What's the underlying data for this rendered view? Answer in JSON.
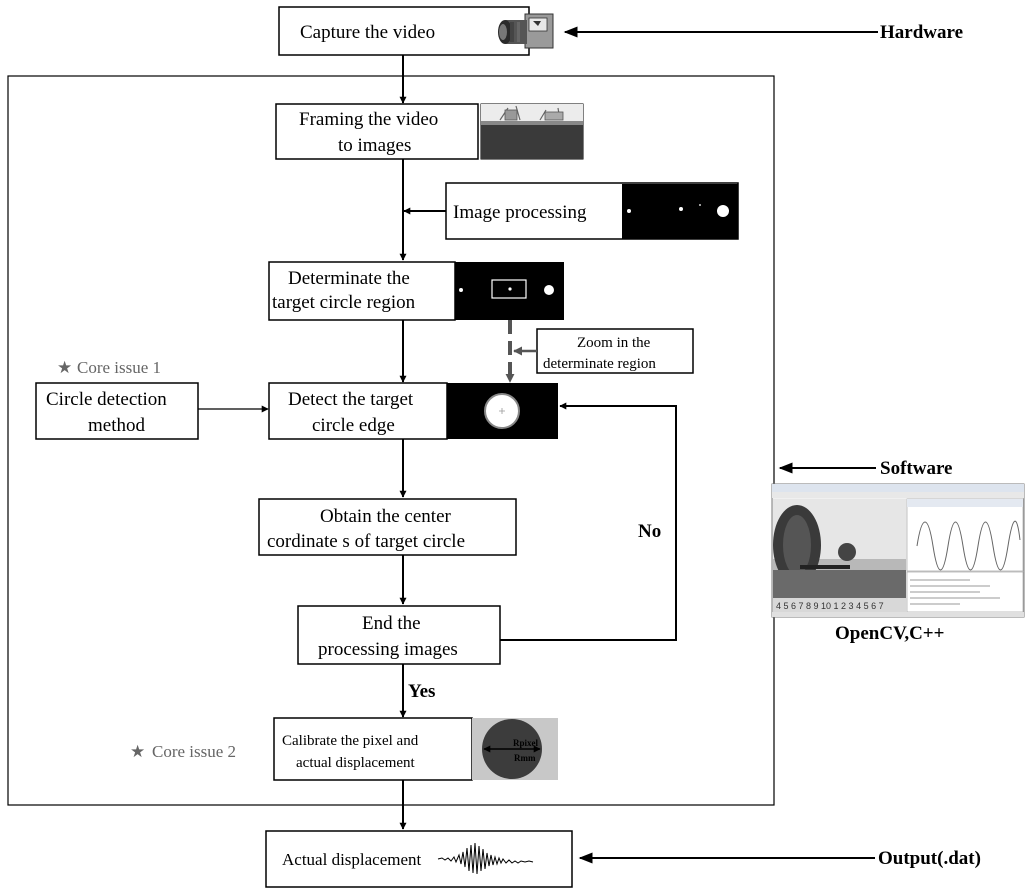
{
  "colors": {
    "line": "#000000",
    "background": "#ffffff",
    "core_issue": "#666666",
    "dashed_arrow": "#555555"
  },
  "nodes": {
    "capture": "Capture the video",
    "framing": [
      "Framing the video",
      "to images"
    ],
    "image_processing": "Image processing",
    "determinate": [
      "Determinate  the",
      "target circle region"
    ],
    "zoom": [
      "Zoom in the",
      "determinate region"
    ],
    "detect": [
      "Detect the target",
      "circle edge"
    ],
    "circle_method": [
      "Circle detection",
      "method"
    ],
    "obtain": [
      "Obtain the center",
      "cordinate s of target circle"
    ],
    "end": [
      "End the",
      "processing images"
    ],
    "calibrate": [
      "Calibrate the pixel and",
      "actual displacement"
    ],
    "calibrate_img_labels": [
      "Rpixel",
      "Rmm"
    ],
    "output": "Actual displacement"
  },
  "labels": {
    "hardware": "Hardware",
    "software": "Software",
    "opencv": "OpenCV,C++",
    "output": "Output(.dat)",
    "no": "No",
    "yes": "Yes",
    "core1": "Core issue 1",
    "core2": "Core issue 2"
  },
  "icons": [
    "camera-icon",
    "star-icon",
    "software-screenshot",
    "displacement-wave"
  ]
}
